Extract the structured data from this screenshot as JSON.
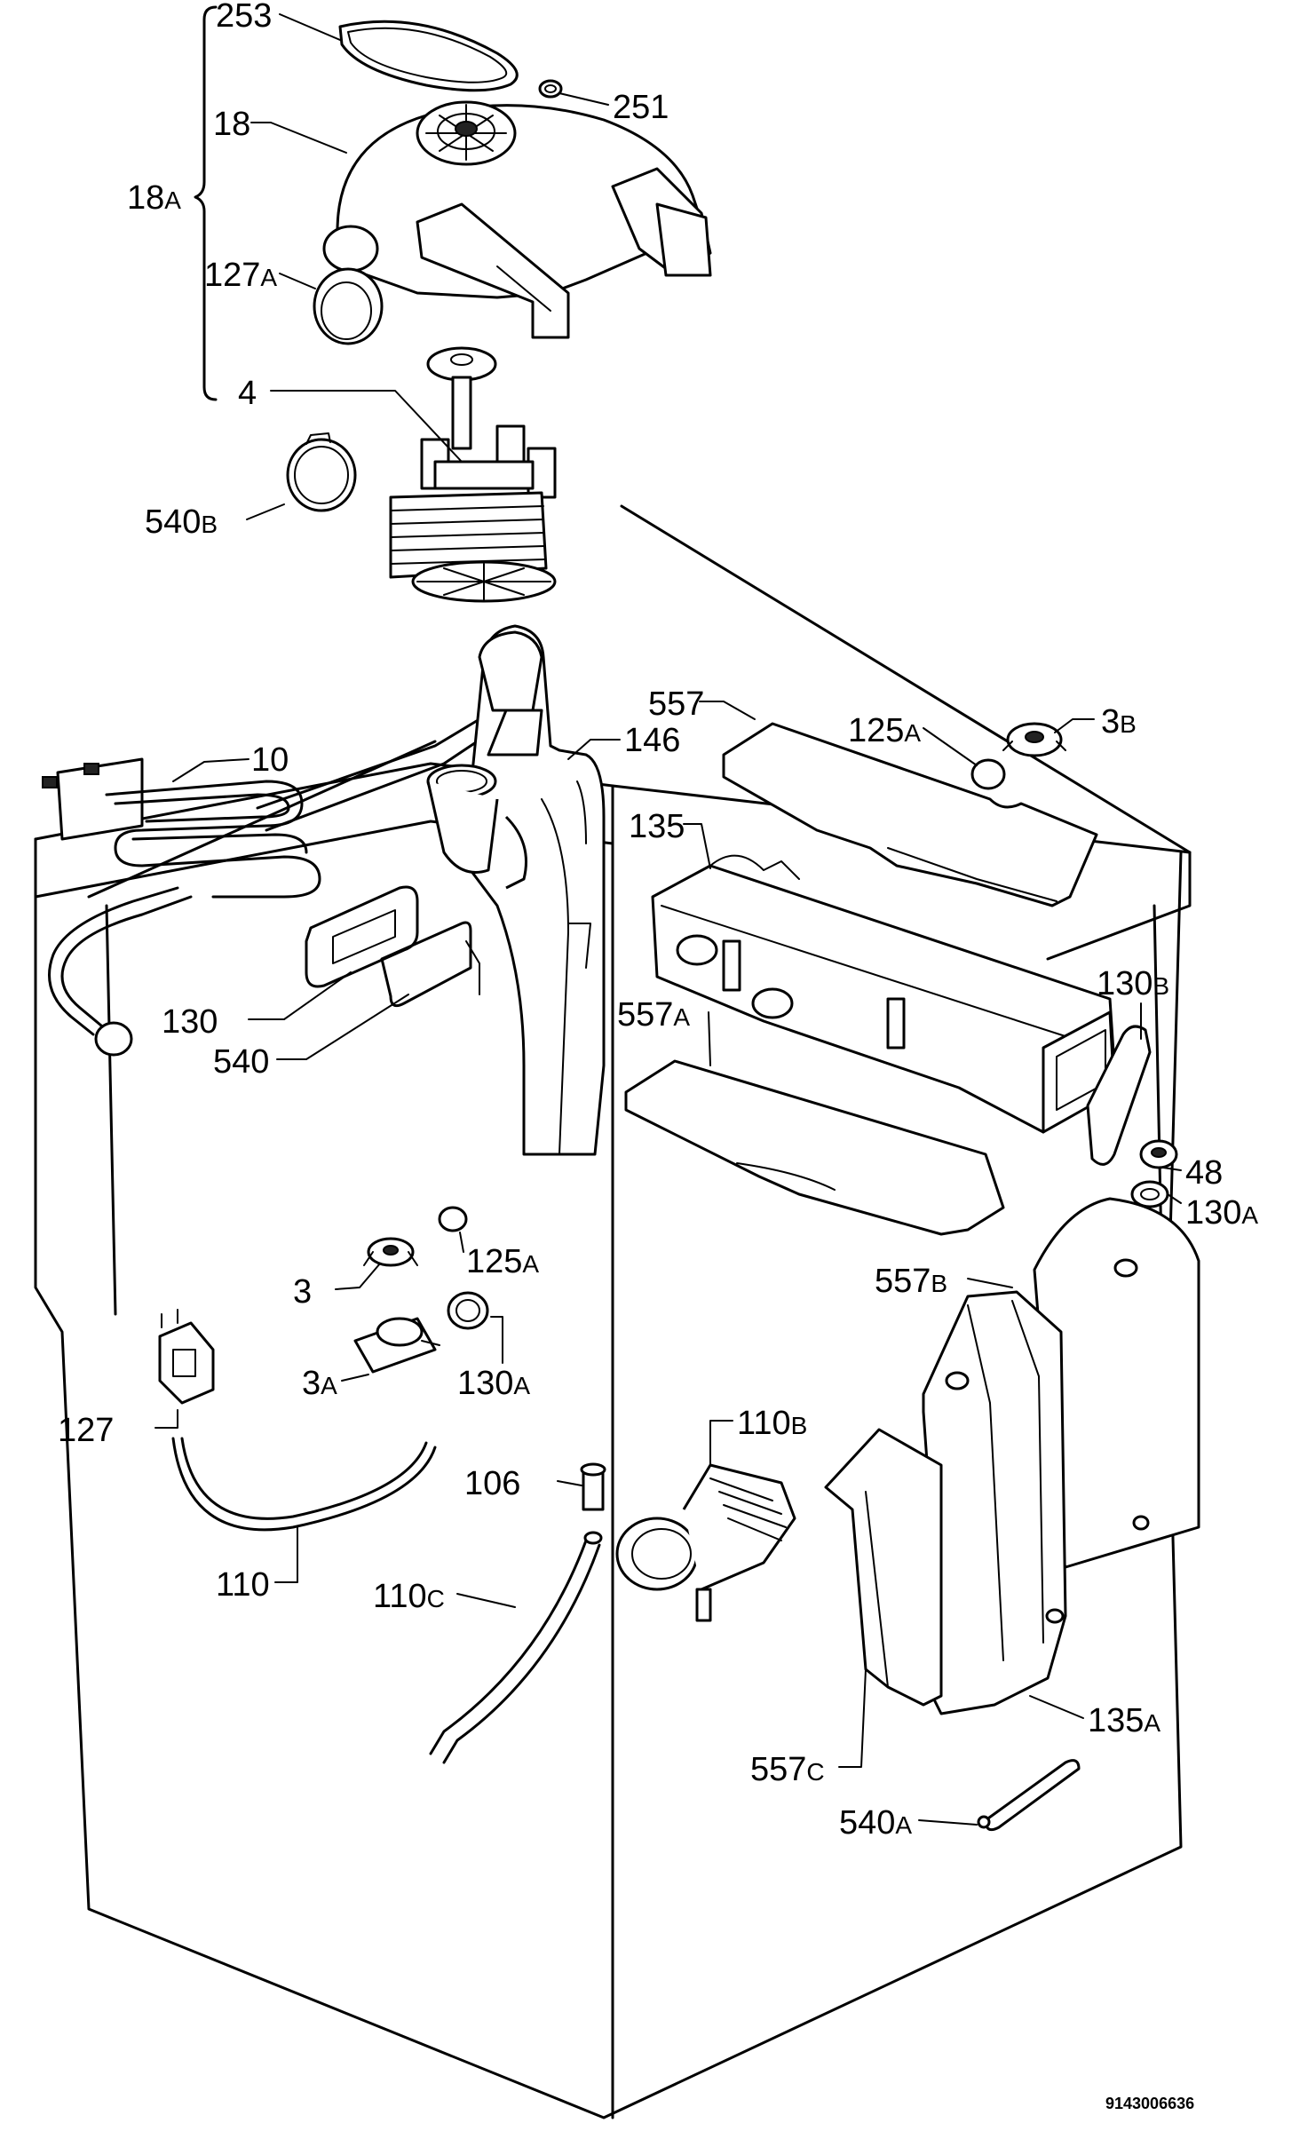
{
  "diagram": {
    "doc_number": "9143006636",
    "labels": {
      "l253": "253",
      "l251": "251",
      "l18": "18",
      "l18A": "18",
      "l18A_s": "A",
      "l127A": "127",
      "l127A_s": "A",
      "l4": "4",
      "l540B": "540",
      "l540B_s": "B",
      "l10": "10",
      "l146": "146",
      "l557": "557",
      "l125A_top": "125",
      "l125A_top_s": "A",
      "l3B": "3",
      "l3B_s": "B",
      "l135": "135",
      "l130": "130",
      "l540": "540",
      "l557A": "557",
      "l557A_s": "A",
      "l130B": "130",
      "l130B_s": "B",
      "l48": "48",
      "l130A_right": "130",
      "l130A_right_s": "A",
      "l125A_mid": "125",
      "l125A_mid_s": "A",
      "l3": "3",
      "l557B": "557",
      "l557B_s": "B",
      "l3A": "3",
      "l3A_s": "A",
      "l130A_mid": "130",
      "l130A_mid_s": "A",
      "l110B": "110",
      "l110B_s": "B",
      "l127": "127",
      "l106": "106",
      "l110": "110",
      "l110C": "110",
      "l110C_s": "C",
      "l135A": "135",
      "l135A_s": "A",
      "l557C": "557",
      "l557C_s": "C",
      "l540A": "540",
      "l540A_s": "A"
    }
  }
}
